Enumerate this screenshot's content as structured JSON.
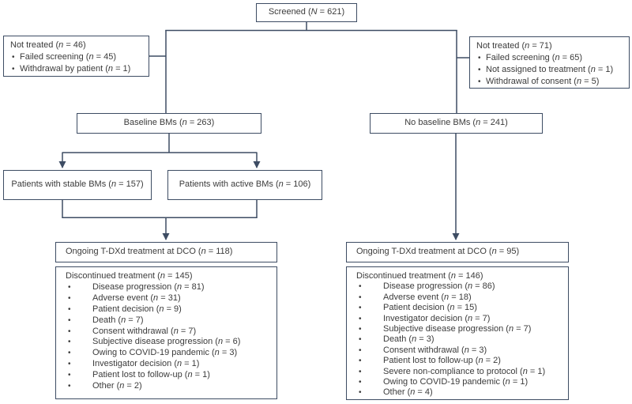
{
  "diagram_title": "Patient disposition flowchart (CONSORT-style)",
  "colors": {
    "line": "#3d4c63",
    "box_border": "#3d4c63",
    "text": "#3b3b3b",
    "background": "#ffffff"
  },
  "boxes": {
    "screened": {
      "label": "Screened (N = 621)"
    },
    "not_treated_left": {
      "title": "Not treated (n = 46)",
      "items": [
        "Failed screening (n = 45)",
        "Withdrawal by patient (n = 1)"
      ]
    },
    "not_treated_right": {
      "title": "Not treated (n = 71)",
      "items": [
        "Failed screening (n = 65)",
        "Not assigned to treatment (n = 1)",
        "Withdrawal of consent (n = 5)"
      ]
    },
    "baseline_bms": {
      "label": "Baseline BMs (n = 263)"
    },
    "no_baseline_bms": {
      "label": "No baseline BMs (n = 241)"
    },
    "stable_bms": {
      "label": "Patients with stable BMs (n = 157)"
    },
    "active_bms": {
      "label": "Patients with active BMs (n = 106)"
    },
    "ongoing_left": {
      "label": "Ongoing T-DXd treatment at DCO (n = 118)"
    },
    "discontinued_left": {
      "title": "Discontinued treatment (n = 145)",
      "items": [
        "Disease progression (n = 81)",
        "Adverse event (n = 31)",
        "Patient decision (n = 9)",
        "Death (n = 7)",
        "Consent withdrawal (n = 7)",
        "Subjective disease progression (n = 6)",
        "Owing to COVID-19 pandemic (n = 3)",
        "Investigator decision (n = 1)",
        "Patient lost to follow-up (n = 1)",
        "Other (n = 2)"
      ]
    },
    "ongoing_right": {
      "label": "Ongoing T-DXd treatment at DCO (n = 95)"
    },
    "discontinued_right": {
      "title": "Discontinued treatment (n = 146)",
      "items": [
        "Disease progression (n = 86)",
        "Adverse event (n = 18)",
        "Patient decision (n = 15)",
        "Investigator decision (n = 7)",
        "Subjective disease progression (n = 7)",
        "Death (n = 3)",
        "Consent withdrawal (n = 3)",
        "Patient lost to follow-up (n = 2)",
        "Severe non-compliance to protocol (n = 1)",
        "Owing to COVID-19 pandemic (n = 1)",
        "Other (n = 4)"
      ]
    }
  }
}
